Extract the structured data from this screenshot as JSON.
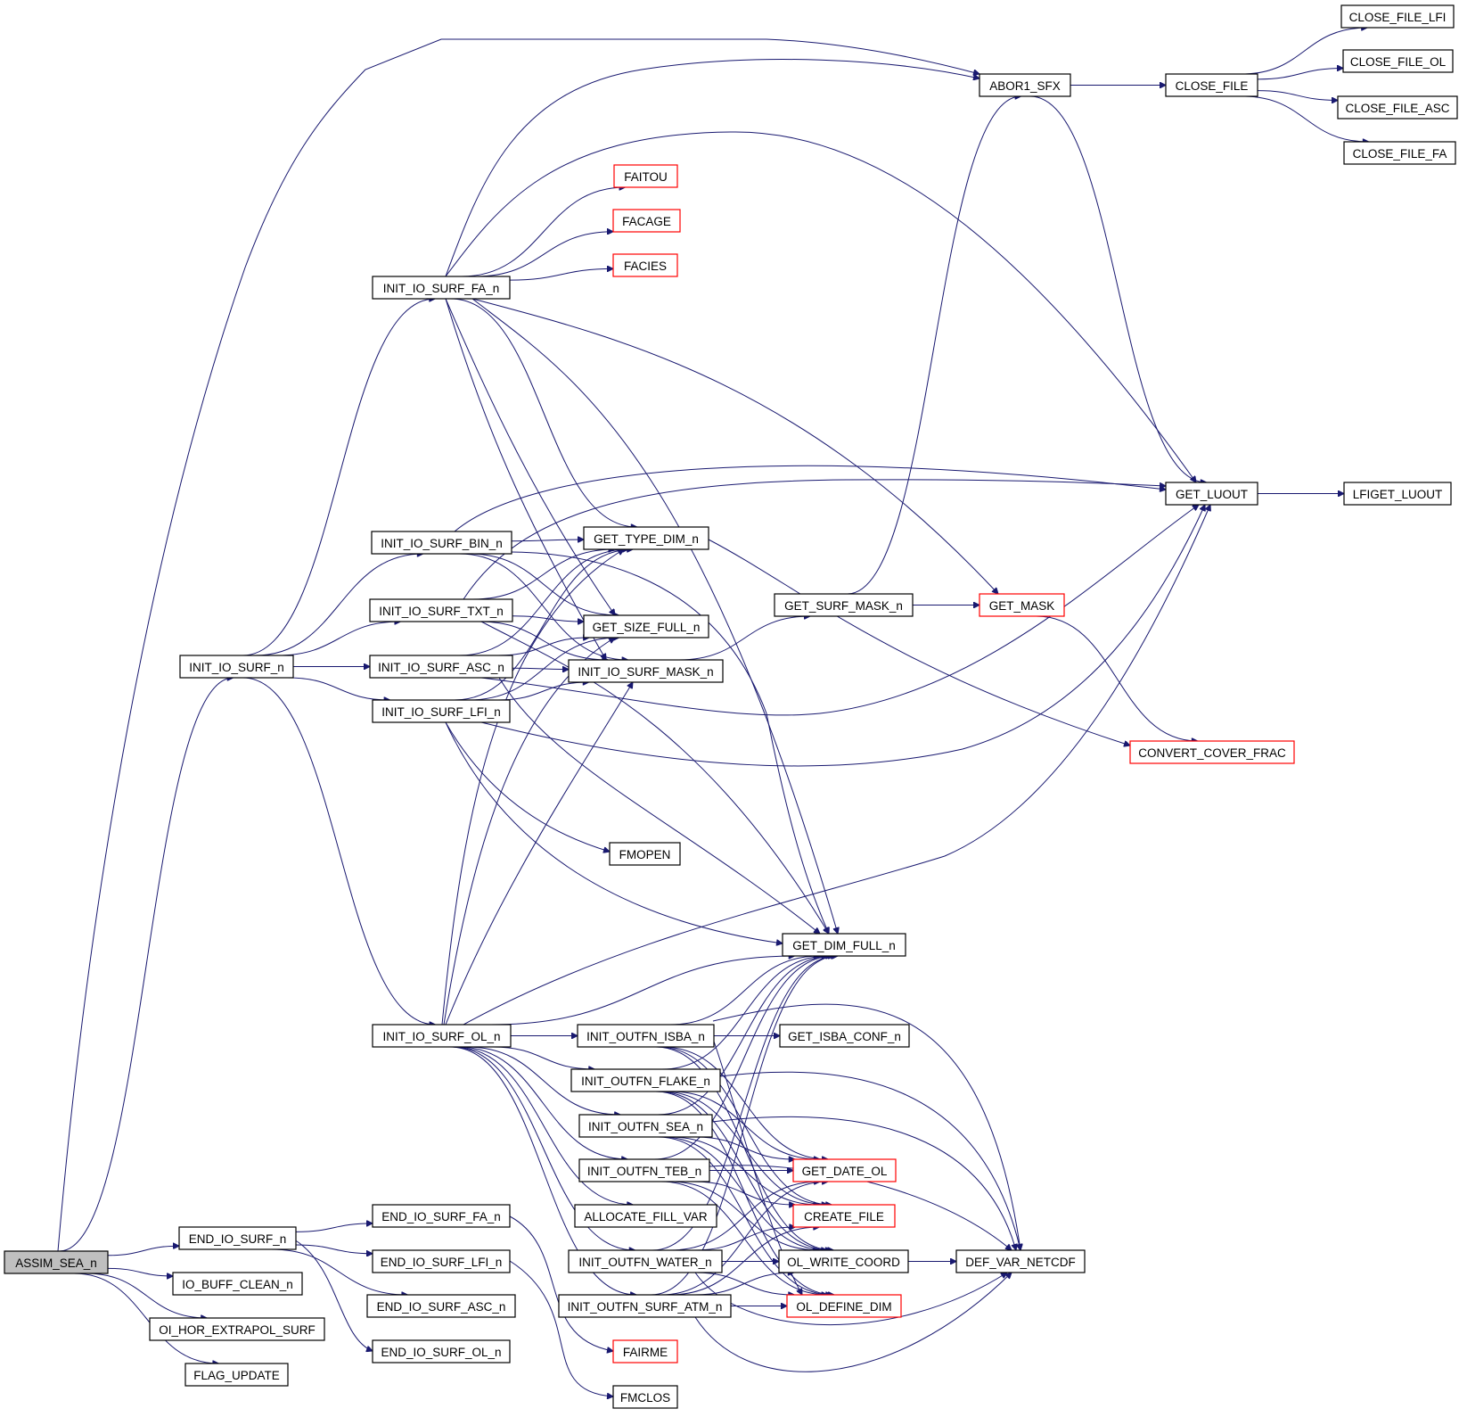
{
  "graph": {
    "root": "ASSIM_SEA_n",
    "colors": {
      "edge": "#191970",
      "node_border": "#000000",
      "external_node_border": "#ff0000",
      "root_fill": "#bfbfbf"
    },
    "nodes": [
      {
        "id": "ASSIM_SEA_n",
        "label": "ASSIM_SEA_n",
        "kind": "root"
      },
      {
        "id": "ABOR1_SFX",
        "label": "ABOR1_SFX",
        "kind": "normal"
      },
      {
        "id": "CLOSE_FILE",
        "label": "CLOSE_FILE",
        "kind": "normal"
      },
      {
        "id": "CLOSE_FILE_LFI",
        "label": "CLOSE_FILE_LFI",
        "kind": "normal"
      },
      {
        "id": "CLOSE_FILE_OL",
        "label": "CLOSE_FILE_OL",
        "kind": "normal"
      },
      {
        "id": "CLOSE_FILE_ASC",
        "label": "CLOSE_FILE_ASC",
        "kind": "normal"
      },
      {
        "id": "CLOSE_FILE_FA",
        "label": "CLOSE_FILE_FA",
        "kind": "normal"
      },
      {
        "id": "FAITOU",
        "label": "FAITOU",
        "kind": "external"
      },
      {
        "id": "FACAGE",
        "label": "FACAGE",
        "kind": "external"
      },
      {
        "id": "FACIES",
        "label": "FACIES",
        "kind": "external"
      },
      {
        "id": "INIT_IO_SURF_FA_n",
        "label": "INIT_IO_SURF_FA_n",
        "kind": "normal"
      },
      {
        "id": "GET_LUOUT",
        "label": "GET_LUOUT",
        "kind": "normal"
      },
      {
        "id": "LFIGET_LUOUT",
        "label": "LFIGET_LUOUT",
        "kind": "normal"
      },
      {
        "id": "INIT_IO_SURF_BIN_n",
        "label": "INIT_IO_SURF_BIN_n",
        "kind": "normal"
      },
      {
        "id": "GET_TYPE_DIM_n",
        "label": "GET_TYPE_DIM_n",
        "kind": "normal"
      },
      {
        "id": "GET_SURF_MASK_n",
        "label": "GET_SURF_MASK_n",
        "kind": "normal"
      },
      {
        "id": "GET_MASK",
        "label": "GET_MASK",
        "kind": "external"
      },
      {
        "id": "INIT_IO_SURF_TXT_n",
        "label": "INIT_IO_SURF_TXT_n",
        "kind": "normal"
      },
      {
        "id": "GET_SIZE_FULL_n",
        "label": "GET_SIZE_FULL_n",
        "kind": "normal"
      },
      {
        "id": "INIT_IO_SURF_n",
        "label": "INIT_IO_SURF_n",
        "kind": "normal"
      },
      {
        "id": "INIT_IO_SURF_ASC_n",
        "label": "INIT_IO_SURF_ASC_n",
        "kind": "normal"
      },
      {
        "id": "INIT_IO_SURF_MASK_n",
        "label": "INIT_IO_SURF_MASK_n",
        "kind": "normal"
      },
      {
        "id": "INIT_IO_SURF_LFI_n",
        "label": "INIT_IO_SURF_LFI_n",
        "kind": "normal"
      },
      {
        "id": "CONVERT_COVER_FRAC",
        "label": "CONVERT_COVER_FRAC",
        "kind": "external"
      },
      {
        "id": "FMOPEN",
        "label": "FMOPEN",
        "kind": "normal"
      },
      {
        "id": "GET_DIM_FULL_n",
        "label": "GET_DIM_FULL_n",
        "kind": "normal"
      },
      {
        "id": "INIT_IO_SURF_OL_n",
        "label": "INIT_IO_SURF_OL_n",
        "kind": "normal"
      },
      {
        "id": "INIT_OUTFN_ISBA_n",
        "label": "INIT_OUTFN_ISBA_n",
        "kind": "normal"
      },
      {
        "id": "GET_ISBA_CONF_n",
        "label": "GET_ISBA_CONF_n",
        "kind": "normal"
      },
      {
        "id": "INIT_OUTFN_FLAKE_n",
        "label": "INIT_OUTFN_FLAKE_n",
        "kind": "normal"
      },
      {
        "id": "INIT_OUTFN_SEA_n",
        "label": "INIT_OUTFN_SEA_n",
        "kind": "normal"
      },
      {
        "id": "INIT_OUTFN_TEB_n",
        "label": "INIT_OUTFN_TEB_n",
        "kind": "normal"
      },
      {
        "id": "GET_DATE_OL",
        "label": "GET_DATE_OL",
        "kind": "external"
      },
      {
        "id": "ALLOCATE_FILL_VAR",
        "label": "ALLOCATE_FILL_VAR",
        "kind": "normal"
      },
      {
        "id": "CREATE_FILE",
        "label": "CREATE_FILE",
        "kind": "external"
      },
      {
        "id": "END_IO_SURF_FA_n",
        "label": "END_IO_SURF_FA_n",
        "kind": "normal"
      },
      {
        "id": "END_IO_SURF_n",
        "label": "END_IO_SURF_n",
        "kind": "normal"
      },
      {
        "id": "END_IO_SURF_LFI_n",
        "label": "END_IO_SURF_LFI_n",
        "kind": "normal"
      },
      {
        "id": "INIT_OUTFN_WATER_n",
        "label": "INIT_OUTFN_WATER_n",
        "kind": "normal"
      },
      {
        "id": "OL_WRITE_COORD",
        "label": "OL_WRITE_COORD",
        "kind": "normal"
      },
      {
        "id": "DEF_VAR_NETCDF",
        "label": "DEF_VAR_NETCDF",
        "kind": "normal"
      },
      {
        "id": "IO_BUFF_CLEAN_n",
        "label": "IO_BUFF_CLEAN_n",
        "kind": "normal"
      },
      {
        "id": "END_IO_SURF_ASC_n",
        "label": "END_IO_SURF_ASC_n",
        "kind": "normal"
      },
      {
        "id": "INIT_OUTFN_SURF_ATM_n",
        "label": "INIT_OUTFN_SURF_ATM_n",
        "kind": "normal"
      },
      {
        "id": "OL_DEFINE_DIM",
        "label": "OL_DEFINE_DIM",
        "kind": "external"
      },
      {
        "id": "OI_HOR_EXTRAPOL_SURF",
        "label": "OI_HOR_EXTRAPOL_SURF",
        "kind": "normal"
      },
      {
        "id": "END_IO_SURF_OL_n",
        "label": "END_IO_SURF_OL_n",
        "kind": "normal"
      },
      {
        "id": "FAIRME",
        "label": "FAIRME",
        "kind": "external"
      },
      {
        "id": "FLAG_UPDATE",
        "label": "FLAG_UPDATE",
        "kind": "normal"
      },
      {
        "id": "FMCLOS",
        "label": "FMCLOS",
        "kind": "normal"
      }
    ],
    "edges": [
      [
        "ASSIM_SEA_n",
        "ABOR1_SFX"
      ],
      [
        "ASSIM_SEA_n",
        "INIT_IO_SURF_n"
      ],
      [
        "ASSIM_SEA_n",
        "END_IO_SURF_n"
      ],
      [
        "ASSIM_SEA_n",
        "IO_BUFF_CLEAN_n"
      ],
      [
        "ASSIM_SEA_n",
        "OI_HOR_EXTRAPOL_SURF"
      ],
      [
        "ASSIM_SEA_n",
        "FLAG_UPDATE"
      ],
      [
        "ABOR1_SFX",
        "CLOSE_FILE"
      ],
      [
        "ABOR1_SFX",
        "GET_LUOUT"
      ],
      [
        "CLOSE_FILE",
        "CLOSE_FILE_LFI"
      ],
      [
        "CLOSE_FILE",
        "CLOSE_FILE_OL"
      ],
      [
        "CLOSE_FILE",
        "CLOSE_FILE_ASC"
      ],
      [
        "CLOSE_FILE",
        "CLOSE_FILE_FA"
      ],
      [
        "GET_LUOUT",
        "LFIGET_LUOUT"
      ],
      [
        "INIT_IO_SURF_n",
        "INIT_IO_SURF_FA_n"
      ],
      [
        "INIT_IO_SURF_n",
        "INIT_IO_SURF_BIN_n"
      ],
      [
        "INIT_IO_SURF_n",
        "INIT_IO_SURF_TXT_n"
      ],
      [
        "INIT_IO_SURF_n",
        "INIT_IO_SURF_ASC_n"
      ],
      [
        "INIT_IO_SURF_n",
        "INIT_IO_SURF_LFI_n"
      ],
      [
        "INIT_IO_SURF_n",
        "INIT_IO_SURF_OL_n"
      ],
      [
        "INIT_IO_SURF_FA_n",
        "ABOR1_SFX"
      ],
      [
        "INIT_IO_SURF_FA_n",
        "FAITOU"
      ],
      [
        "INIT_IO_SURF_FA_n",
        "FACAGE"
      ],
      [
        "INIT_IO_SURF_FA_n",
        "FACIES"
      ],
      [
        "INIT_IO_SURF_FA_n",
        "GET_LUOUT"
      ],
      [
        "INIT_IO_SURF_FA_n",
        "GET_TYPE_DIM_n"
      ],
      [
        "INIT_IO_SURF_FA_n",
        "GET_SIZE_FULL_n"
      ],
      [
        "INIT_IO_SURF_FA_n",
        "GET_MASK"
      ],
      [
        "INIT_IO_SURF_FA_n",
        "GET_DIM_FULL_n"
      ],
      [
        "INIT_IO_SURF_FA_n",
        "INIT_IO_SURF_MASK_n"
      ],
      [
        "INIT_IO_SURF_BIN_n",
        "GET_LUOUT"
      ],
      [
        "INIT_IO_SURF_BIN_n",
        "GET_TYPE_DIM_n"
      ],
      [
        "INIT_IO_SURF_BIN_n",
        "GET_SIZE_FULL_n"
      ],
      [
        "INIT_IO_SURF_BIN_n",
        "INIT_IO_SURF_MASK_n"
      ],
      [
        "INIT_IO_SURF_BIN_n",
        "GET_DIM_FULL_n"
      ],
      [
        "INIT_IO_SURF_TXT_n",
        "GET_LUOUT"
      ],
      [
        "INIT_IO_SURF_TXT_n",
        "GET_TYPE_DIM_n"
      ],
      [
        "INIT_IO_SURF_TXT_n",
        "GET_SIZE_FULL_n"
      ],
      [
        "INIT_IO_SURF_TXT_n",
        "INIT_IO_SURF_MASK_n"
      ],
      [
        "INIT_IO_SURF_TXT_n",
        "GET_DIM_FULL_n"
      ],
      [
        "INIT_IO_SURF_ASC_n",
        "GET_LUOUT"
      ],
      [
        "INIT_IO_SURF_ASC_n",
        "GET_TYPE_DIM_n"
      ],
      [
        "INIT_IO_SURF_ASC_n",
        "GET_SIZE_FULL_n"
      ],
      [
        "INIT_IO_SURF_ASC_n",
        "INIT_IO_SURF_MASK_n"
      ],
      [
        "INIT_IO_SURF_ASC_n",
        "GET_DIM_FULL_n"
      ],
      [
        "INIT_IO_SURF_LFI_n",
        "GET_LUOUT"
      ],
      [
        "INIT_IO_SURF_LFI_n",
        "GET_TYPE_DIM_n"
      ],
      [
        "INIT_IO_SURF_LFI_n",
        "GET_SIZE_FULL_n"
      ],
      [
        "INIT_IO_SURF_LFI_n",
        "INIT_IO_SURF_MASK_n"
      ],
      [
        "INIT_IO_SURF_LFI_n",
        "FMOPEN"
      ],
      [
        "INIT_IO_SURF_LFI_n",
        "GET_DIM_FULL_n"
      ],
      [
        "INIT_IO_SURF_MASK_n",
        "GET_SURF_MASK_n"
      ],
      [
        "GET_SURF_MASK_n",
        "ABOR1_SFX"
      ],
      [
        "GET_SURF_MASK_n",
        "GET_MASK"
      ],
      [
        "GET_MASK",
        "CONVERT_COVER_FRAC"
      ],
      [
        "GET_TYPE_DIM_n",
        "CONVERT_COVER_FRAC"
      ],
      [
        "INIT_IO_SURF_OL_n",
        "GET_LUOUT"
      ],
      [
        "INIT_IO_SURF_OL_n",
        "GET_TYPE_DIM_n"
      ],
      [
        "INIT_IO_SURF_OL_n",
        "GET_SIZE_FULL_n"
      ],
      [
        "INIT_IO_SURF_OL_n",
        "INIT_IO_SURF_MASK_n"
      ],
      [
        "INIT_IO_SURF_OL_n",
        "GET_DIM_FULL_n"
      ],
      [
        "INIT_IO_SURF_OL_n",
        "INIT_OUTFN_ISBA_n"
      ],
      [
        "INIT_IO_SURF_OL_n",
        "INIT_OUTFN_FLAKE_n"
      ],
      [
        "INIT_IO_SURF_OL_n",
        "INIT_OUTFN_SEA_n"
      ],
      [
        "INIT_IO_SURF_OL_n",
        "INIT_OUTFN_TEB_n"
      ],
      [
        "INIT_IO_SURF_OL_n",
        "ALLOCATE_FILL_VAR"
      ],
      [
        "INIT_IO_SURF_OL_n",
        "INIT_OUTFN_WATER_n"
      ],
      [
        "INIT_IO_SURF_OL_n",
        "INIT_OUTFN_SURF_ATM_n"
      ],
      [
        "INIT_OUTFN_ISBA_n",
        "GET_DIM_FULL_n"
      ],
      [
        "INIT_OUTFN_ISBA_n",
        "GET_ISBA_CONF_n"
      ],
      [
        "INIT_OUTFN_ISBA_n",
        "GET_DATE_OL"
      ],
      [
        "INIT_OUTFN_ISBA_n",
        "CREATE_FILE"
      ],
      [
        "INIT_OUTFN_ISBA_n",
        "OL_WRITE_COORD"
      ],
      [
        "INIT_OUTFN_ISBA_n",
        "OL_DEFINE_DIM"
      ],
      [
        "INIT_OUTFN_ISBA_n",
        "DEF_VAR_NETCDF"
      ],
      [
        "INIT_OUTFN_FLAKE_n",
        "GET_DIM_FULL_n"
      ],
      [
        "INIT_OUTFN_FLAKE_n",
        "GET_DATE_OL"
      ],
      [
        "INIT_OUTFN_FLAKE_n",
        "CREATE_FILE"
      ],
      [
        "INIT_OUTFN_FLAKE_n",
        "OL_WRITE_COORD"
      ],
      [
        "INIT_OUTFN_FLAKE_n",
        "OL_DEFINE_DIM"
      ],
      [
        "INIT_OUTFN_FLAKE_n",
        "DEF_VAR_NETCDF"
      ],
      [
        "INIT_OUTFN_SEA_n",
        "GET_DIM_FULL_n"
      ],
      [
        "INIT_OUTFN_SEA_n",
        "GET_DATE_OL"
      ],
      [
        "INIT_OUTFN_SEA_n",
        "CREATE_FILE"
      ],
      [
        "INIT_OUTFN_SEA_n",
        "OL_WRITE_COORD"
      ],
      [
        "INIT_OUTFN_SEA_n",
        "OL_DEFINE_DIM"
      ],
      [
        "INIT_OUTFN_SEA_n",
        "DEF_VAR_NETCDF"
      ],
      [
        "INIT_OUTFN_TEB_n",
        "GET_DIM_FULL_n"
      ],
      [
        "INIT_OUTFN_TEB_n",
        "GET_DATE_OL"
      ],
      [
        "INIT_OUTFN_TEB_n",
        "CREATE_FILE"
      ],
      [
        "INIT_OUTFN_TEB_n",
        "OL_WRITE_COORD"
      ],
      [
        "INIT_OUTFN_TEB_n",
        "OL_DEFINE_DIM"
      ],
      [
        "INIT_OUTFN_TEB_n",
        "DEF_VAR_NETCDF"
      ],
      [
        "INIT_OUTFN_WATER_n",
        "GET_DIM_FULL_n"
      ],
      [
        "INIT_OUTFN_WATER_n",
        "GET_DATE_OL"
      ],
      [
        "INIT_OUTFN_WATER_n",
        "CREATE_FILE"
      ],
      [
        "INIT_OUTFN_WATER_n",
        "OL_WRITE_COORD"
      ],
      [
        "INIT_OUTFN_WATER_n",
        "OL_DEFINE_DIM"
      ],
      [
        "INIT_OUTFN_WATER_n",
        "DEF_VAR_NETCDF"
      ],
      [
        "INIT_OUTFN_SURF_ATM_n",
        "GET_DIM_FULL_n"
      ],
      [
        "INIT_OUTFN_SURF_ATM_n",
        "GET_DATE_OL"
      ],
      [
        "INIT_OUTFN_SURF_ATM_n",
        "CREATE_FILE"
      ],
      [
        "INIT_OUTFN_SURF_ATM_n",
        "OL_WRITE_COORD"
      ],
      [
        "INIT_OUTFN_SURF_ATM_n",
        "OL_DEFINE_DIM"
      ],
      [
        "INIT_OUTFN_SURF_ATM_n",
        "DEF_VAR_NETCDF"
      ],
      [
        "OL_WRITE_COORD",
        "DEF_VAR_NETCDF"
      ],
      [
        "END_IO_SURF_n",
        "END_IO_SURF_FA_n"
      ],
      [
        "END_IO_SURF_n",
        "END_IO_SURF_LFI_n"
      ],
      [
        "END_IO_SURF_n",
        "END_IO_SURF_ASC_n"
      ],
      [
        "END_IO_SURF_n",
        "END_IO_SURF_OL_n"
      ],
      [
        "END_IO_SURF_FA_n",
        "FAIRME"
      ],
      [
        "END_IO_SURF_LFI_n",
        "FMCLOS"
      ]
    ]
  }
}
